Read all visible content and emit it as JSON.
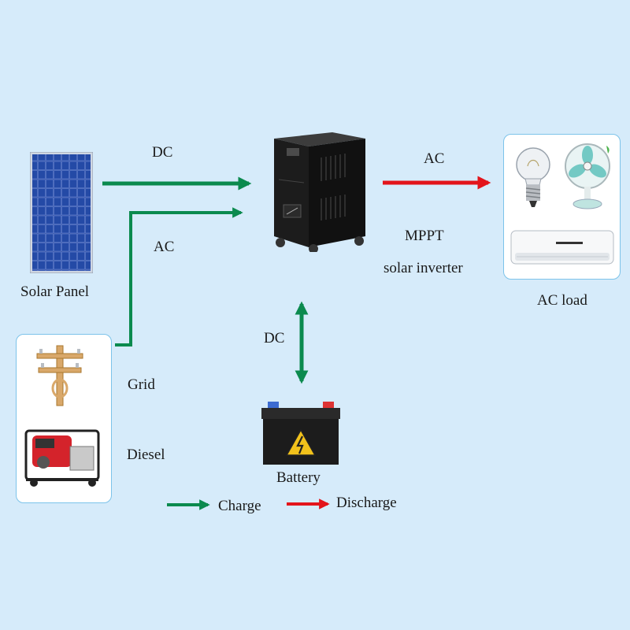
{
  "labels": {
    "dc_top": "DC",
    "ac_input": "AC",
    "ac_output": "AC",
    "mppt_line1": "MPPT",
    "mppt_line2": "solar inverter",
    "solar_panel": "Solar Panel",
    "grid": "Grid",
    "diesel": "Diesel",
    "dc_battery": "DC",
    "battery": "Battery",
    "ac_load": "AC load"
  },
  "legend": {
    "charge": "Charge",
    "discharge": "Discharge"
  },
  "colors": {
    "background": "#d6ebfa",
    "charge": "#0b8a4e",
    "discharge": "#e3141b",
    "box_border": "#7cc3ea"
  },
  "icons": {
    "solar_panel": "solar-panel-icon",
    "inverter": "inverter-icon",
    "battery": "battery-icon",
    "utility_pole": "utility-pole-icon",
    "generator": "generator-icon",
    "light_bulb": "light-bulb-icon",
    "fan": "fan-icon",
    "air_conditioner": "air-conditioner-icon"
  }
}
